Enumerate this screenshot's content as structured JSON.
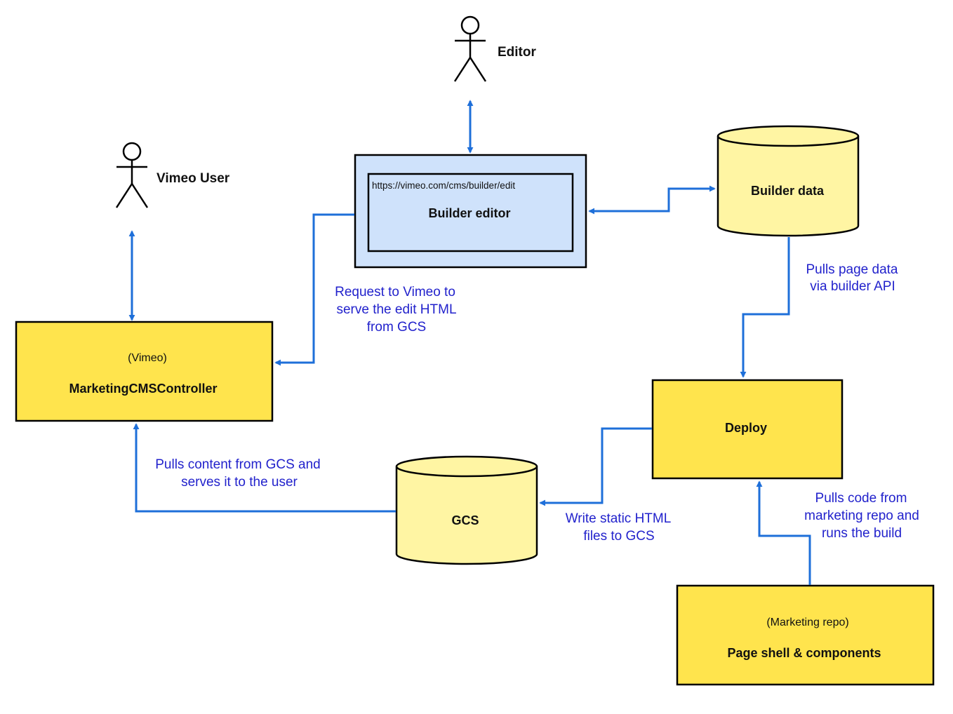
{
  "actors": {
    "editor": "Editor",
    "vimeo_user": "Vimeo User"
  },
  "nodes": {
    "builder_editor": {
      "url": "https://vimeo.com/cms/builder/edit",
      "title": "Builder editor"
    },
    "builder_data": "Builder data",
    "controller": {
      "subtitle": "(Vimeo)",
      "title": "MarketingCMSController"
    },
    "deploy": "Deploy",
    "gcs": "GCS",
    "marketing_repo": {
      "subtitle": "(Marketing repo)",
      "title": "Page shell & components"
    }
  },
  "edge_labels": {
    "request_to_vimeo": [
      "Request to Vimeo to",
      "serve the edit HTML",
      "from GCS"
    ],
    "pulls_page_data": [
      "Pulls page data",
      "via builder API"
    ],
    "pulls_content": [
      "Pulls content from GCS and",
      "serves it to the user"
    ],
    "write_static": [
      "Write static HTML",
      "files to GCS"
    ],
    "pulls_code": [
      "Pulls code from",
      "marketing repo and",
      "runs the build"
    ]
  },
  "colors": {
    "arrow": "#1e6fd9",
    "label": "#2222cc",
    "yellow_box": "#ffe44d",
    "cylinder": "#fff5a3",
    "editor_frame": "#cfe2fb"
  }
}
